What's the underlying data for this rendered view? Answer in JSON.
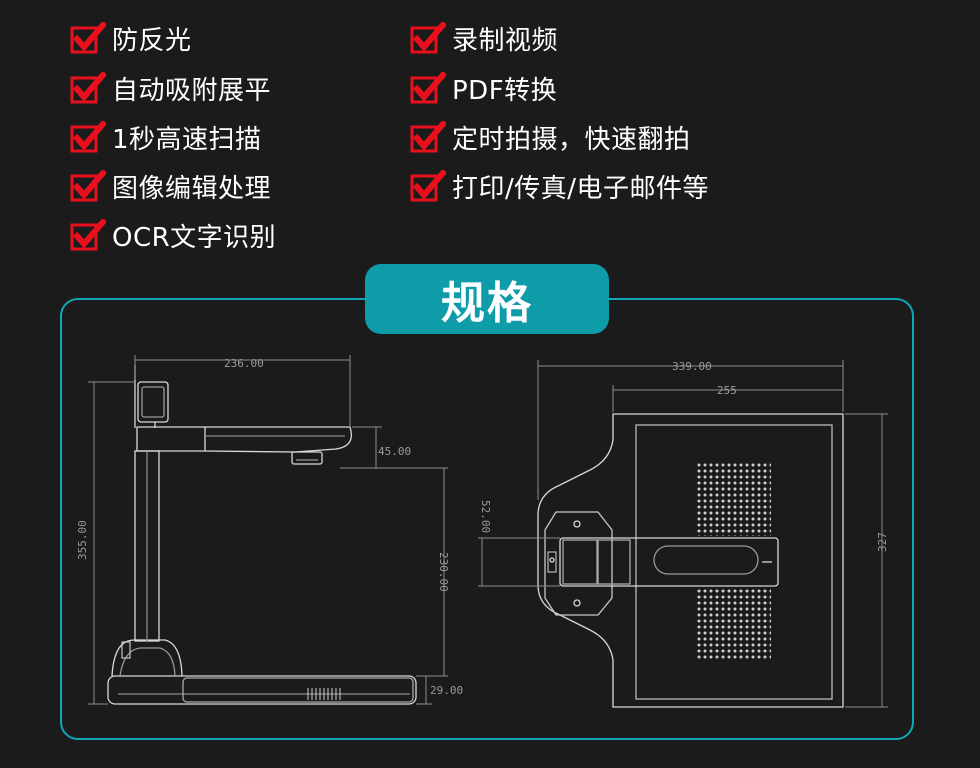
{
  "features": {
    "left": [
      "防反光",
      "自动吸附展平",
      "1秒高速扫描",
      "图像编辑处理",
      "OCR文字识别"
    ],
    "right": [
      "录制视频",
      "PDF转换",
      "定时拍摄，快速翻拍",
      "打印/传真/电子邮件等"
    ]
  },
  "check_icon_color": "#e8101c",
  "accent_color": "#12a6b8",
  "spec_section": {
    "title": "规格"
  },
  "side_view": {
    "width": "236.00",
    "total_height": "355.00",
    "head_height": "45.00",
    "clearance": "230.00",
    "base_height": "29.00"
  },
  "top_view": {
    "overall_width": "339.00",
    "plate_width": "255",
    "depth": "327",
    "head_width": "52.00"
  }
}
